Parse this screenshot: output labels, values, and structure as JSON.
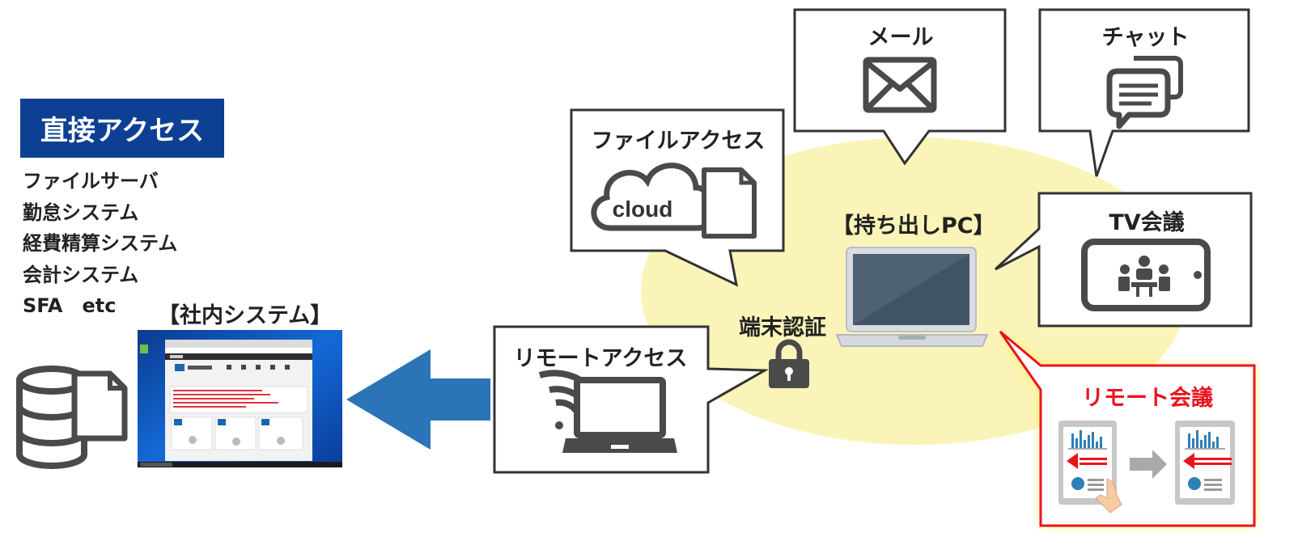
{
  "direct_access": {
    "label": "直接アクセス",
    "systems": [
      "ファイルサーバ",
      "勤怠システム",
      "経費精算システム",
      "会計システム",
      "SFA　etc"
    ]
  },
  "internal_system": {
    "label": "【社内システム】"
  },
  "remote_access": {
    "label": "リモートアクセス"
  },
  "terminal_auth": {
    "label": "端末認証"
  },
  "laptop": {
    "label": "【持ち出しPC】"
  },
  "file_access": {
    "label": "ファイルアクセス",
    "cloud_text": "cloud"
  },
  "mail": {
    "label": "メール"
  },
  "chat": {
    "label": "チャット"
  },
  "tv_meeting": {
    "label": "TV会議"
  },
  "remote_meeting": {
    "label": "リモート会議"
  },
  "colors": {
    "brand_blue": "#0d3f93",
    "arrow_blue": "#2b74b8",
    "highlight_yellow": "#fbf4b8",
    "icon_gray": "#4a4a4a",
    "alert_red": "#e8141c"
  }
}
